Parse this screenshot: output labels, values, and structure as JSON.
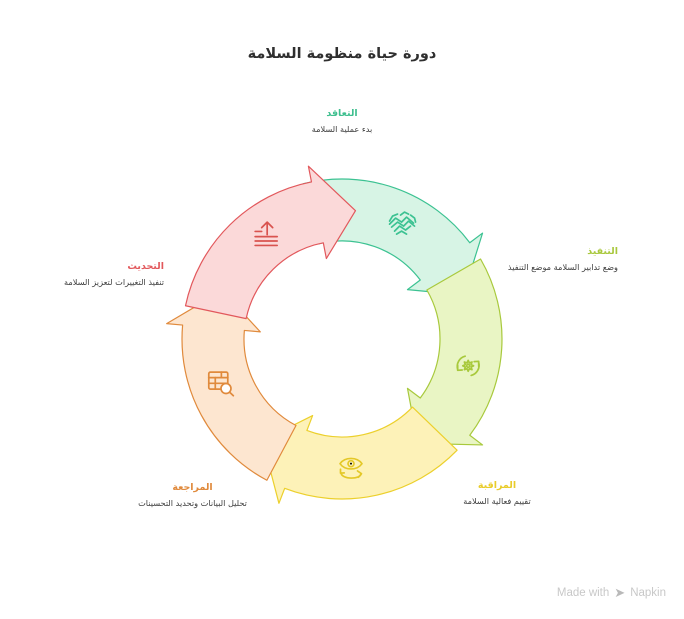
{
  "title": "دورة حياة منظومة السلامة",
  "diagram": {
    "type": "cycle",
    "direction": "clockwise",
    "stage_count": 5,
    "stages": [
      {
        "id": "stage-contracting",
        "heading": "التعاقد",
        "description": "بدء عملية السلامة",
        "icon": "handshake-icon",
        "fill": "#d7f4e5",
        "stroke": "#3cc292",
        "heading_color": "#3fbf8f",
        "icon_color": "#3cc292",
        "angle_start": -104,
        "angle_end": -20
      },
      {
        "id": "stage-implementation",
        "heading": "التنفيذ",
        "description": "وضع تدابير السلامة موضع التنفيذ",
        "icon": "gear-refresh-icon",
        "fill": "#e9f5c4",
        "stroke": "#a8c93c",
        "heading_color": "#a9c83d",
        "icon_color": "#a8c93c",
        "angle_start": -30,
        "angle_end": 54
      },
      {
        "id": "stage-monitoring",
        "heading": "المراقبة",
        "description": "تقييم فعالية السلامة",
        "icon": "eye-cycle-icon",
        "fill": "#fdf2b8",
        "stroke": "#ecd02c",
        "heading_color": "#e9cc2b",
        "icon_color": "#e4c828",
        "angle_start": 44,
        "angle_end": 128
      },
      {
        "id": "stage-review",
        "heading": "المراجعة",
        "description": "تحليل البيانات وتحديد التحسينات",
        "icon": "table-search-icon",
        "fill": "#fde6d0",
        "stroke": "#e08a3c",
        "heading_color": "#e08a3c",
        "icon_color": "#e08a3c",
        "angle_start": 118,
        "angle_end": 202
      },
      {
        "id": "stage-update",
        "heading": "التحديث",
        "description": "تنفيذ التغييرات لتعزيز السلامة",
        "icon": "upload-icon",
        "fill": "#fbd9d9",
        "stroke": "#e2585c",
        "heading_color": "#e2585c",
        "icon_color": "#d9534f",
        "angle_start": 192,
        "angle_end": 276
      }
    ]
  },
  "watermark": {
    "prefix": "Made with",
    "brand": "Napkin"
  }
}
